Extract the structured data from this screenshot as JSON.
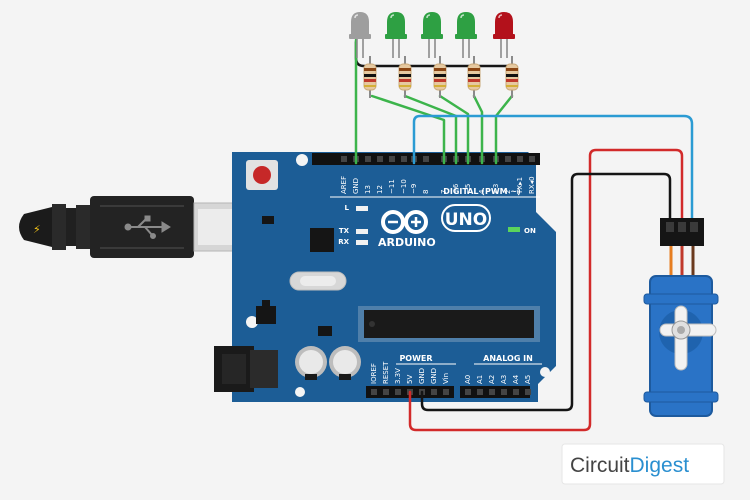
{
  "board": {
    "brand": "ARDUINO",
    "model": "UNO",
    "on_label": "ON",
    "digital_title": "DIGITAL (PWM ~)",
    "power_title": "POWER",
    "analog_title": "ANALOG IN",
    "led_l_label": "L",
    "tx_label": "TX",
    "rx_label": "RX",
    "digital_pins": [
      "AREF",
      "GND",
      "13",
      "12",
      "~11",
      "~10",
      "~9",
      "8",
      "7",
      "~6",
      "~5",
      "4",
      "~3",
      "2",
      "TX▸1",
      "RX◂0"
    ],
    "power_pins": [
      "IOREF",
      "RESET",
      "3.3V",
      "5V",
      "GND",
      "GND",
      "Vin"
    ],
    "analog_pins": [
      "A0",
      "A1",
      "A2",
      "A3",
      "A4",
      "A5"
    ]
  },
  "leds": [
    {
      "color": "#9e9e9e"
    },
    {
      "color": "#2ea043"
    },
    {
      "color": "#2ea043"
    },
    {
      "color": "#2ea043"
    },
    {
      "color": "#b3111b"
    }
  ],
  "colors": {
    "board": "#1c5d96",
    "board_dark": "#154a78",
    "wire_green": "#3cb44b",
    "wire_blue": "#2b9bd3",
    "wire_red": "#d22a2a",
    "wire_black": "#151515",
    "servo": "#2a73c6"
  },
  "logo": {
    "part1": "Circuit",
    "part2": "Digest"
  }
}
